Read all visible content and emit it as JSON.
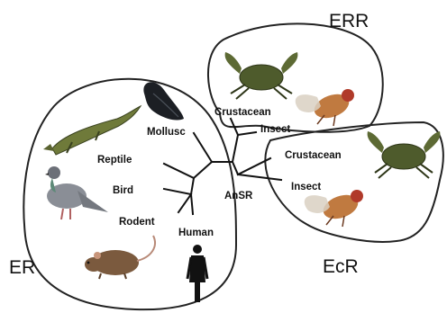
{
  "groups": {
    "er": "ER",
    "err": "ERR",
    "ecr": "EcR"
  },
  "branches": {
    "mollusc": "Mollusc",
    "reptile": "Reptile",
    "bird": "Bird",
    "rodent": "Rodent",
    "human": "Human",
    "ansr": "AnSR",
    "err_crustacean": "Crustacean",
    "err_insect": "Insect",
    "ecr_crustacean": "Crustacean",
    "ecr_insect": "Insect"
  },
  "icons": [
    "crocodile-icon",
    "pigeon-icon",
    "rat-icon",
    "mussel-icon",
    "human-figure-icon",
    "crab-icon",
    "fruit-fly-icon"
  ]
}
